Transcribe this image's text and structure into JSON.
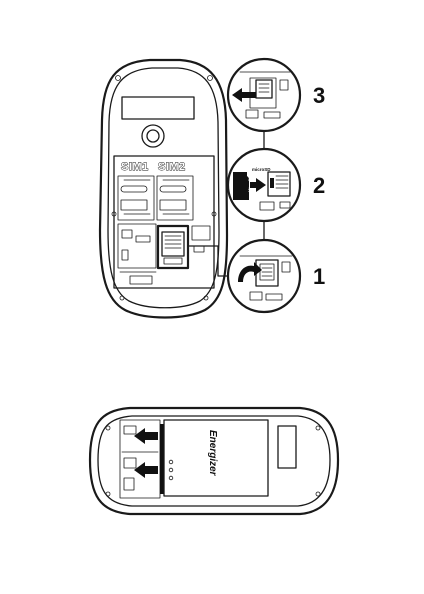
{
  "phone_back": {
    "slot_label_1": "SIM1",
    "slot_label_2": "SIM2"
  },
  "steps": [
    {
      "number": "3",
      "action": "arrow-left"
    },
    {
      "number": "2",
      "action": "arrow-right"
    },
    {
      "number": "1",
      "action": "flip"
    }
  ],
  "memory_card": {
    "label": "MicroSD",
    "slot_label": "microSD"
  },
  "battery": {
    "brand": "Energizer"
  }
}
